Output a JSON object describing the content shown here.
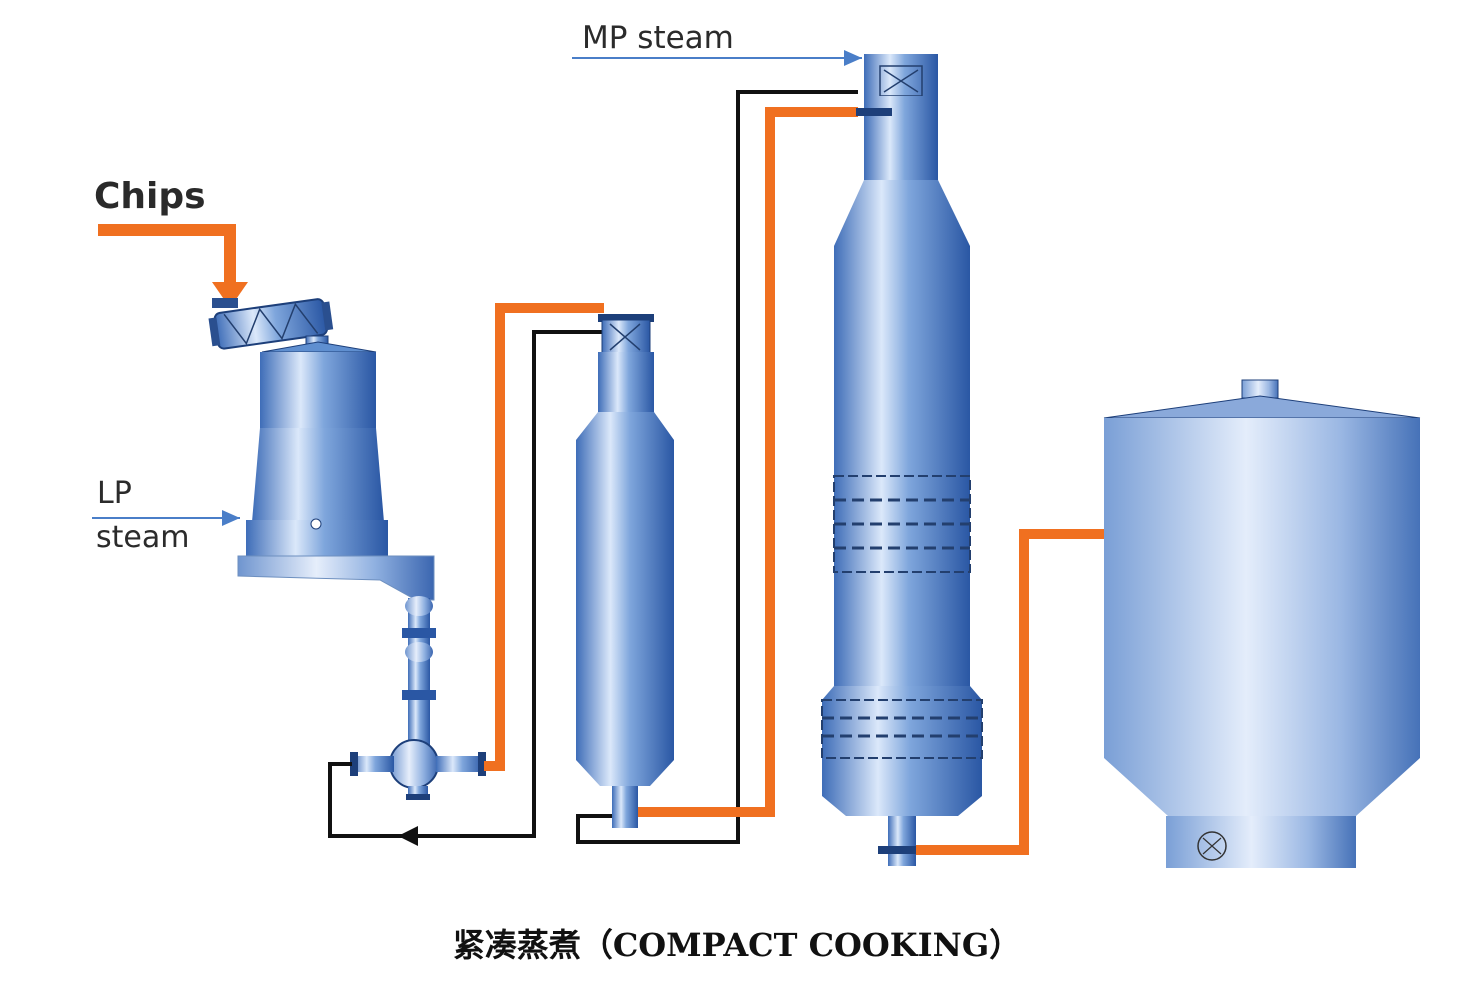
{
  "labels": {
    "chips": "Chips",
    "lp_line1": "LP",
    "lp_line2": "steam",
    "mp_steam": "MP steam"
  },
  "caption": "紧凑蒸煮（COMPACT COOKING）",
  "colors": {
    "chip_flow": "#f07020",
    "liquor_line": "#111111",
    "steam_arrow": "#4a7ec8",
    "vessel_light": "#bcd2f0",
    "vessel_mid": "#5f8fd0",
    "vessel_dark": "#2b5aa8"
  }
}
